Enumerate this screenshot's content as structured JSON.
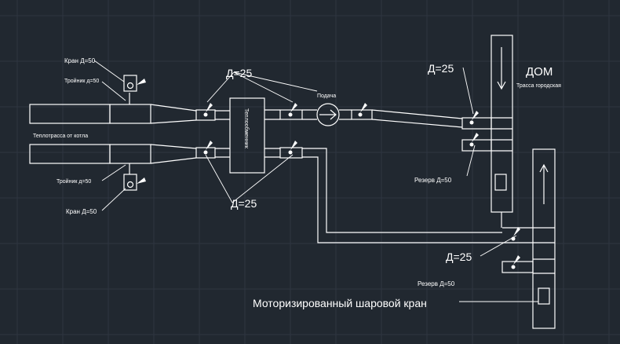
{
  "colors": {
    "background": "#212830",
    "grid": "#2e3641",
    "lines": "#ffffff"
  },
  "labels": {
    "kran_d50_top": "Кран Д=50",
    "troynik_top": "Тройник д=50",
    "teplotrassa": "Теплотрасса от котла",
    "troynik_bottom": "Тройник д=50",
    "kran_d50_bottom": "Кран Д=50",
    "d25_top": "Д=25",
    "d25_bottom": "Д=25",
    "teploobmennik": "Теплообменник",
    "podacha": "Подача",
    "d25_house": "Д=25",
    "dom": "ДОМ",
    "trassa_gorodskaya": "Трасса городская",
    "rezerv_top": "Резерв Д=50",
    "d25_right": "Д=25",
    "rezerv_bottom": "Резерв Д=50",
    "motor_valve": "Моторизированный шаровой кран"
  },
  "icons": [
    "valve-icon",
    "flow-arrow-icon",
    "direction-arrow-icon"
  ]
}
